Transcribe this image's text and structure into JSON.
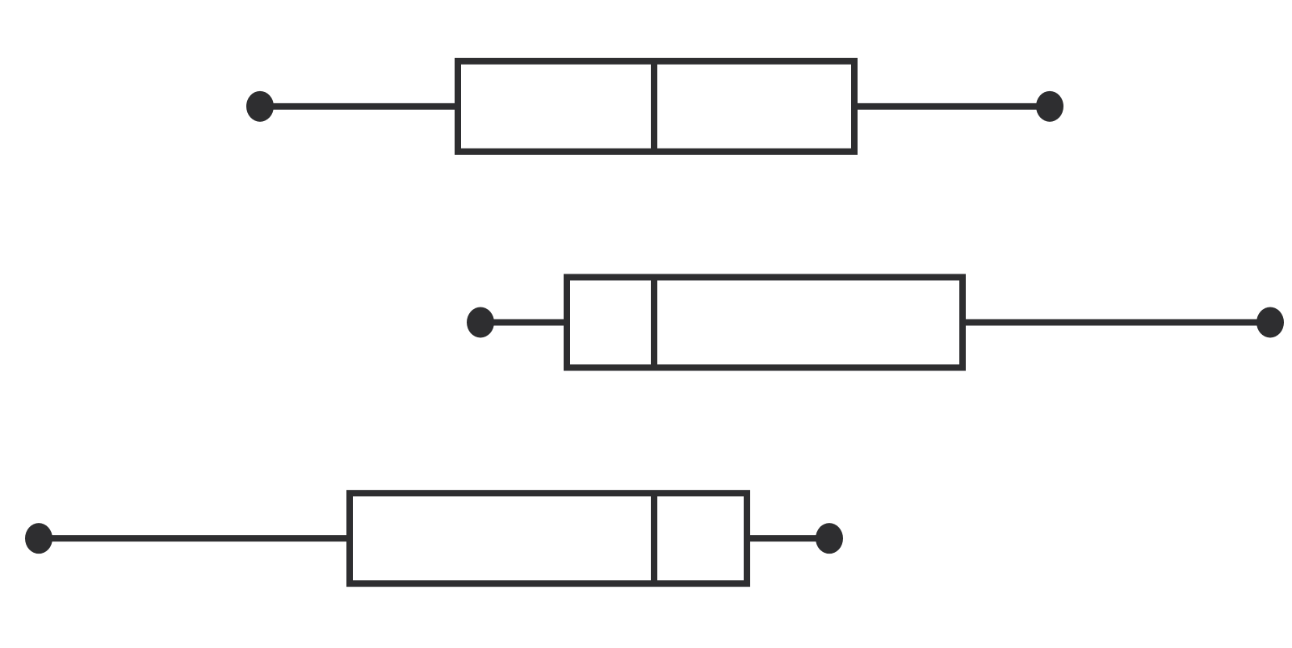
{
  "chart_data": {
    "type": "boxplot",
    "orientation": "horizontal",
    "title": "",
    "xlabel": "",
    "ylabel": "",
    "axes_visible": false,
    "grid": false,
    "xlim": [
      0,
      1600
    ],
    "stroke_color": "#2e2e30",
    "fill_color": "#ffffff",
    "boxes": [
      {
        "min": 322,
        "q1": 567,
        "median": 810,
        "q3": 1058,
        "max": 1300
      },
      {
        "min": 595,
        "q1": 702,
        "median": 810,
        "q3": 1192,
        "max": 1573
      },
      {
        "min": 48,
        "q1": 433,
        "median": 810,
        "q3": 925,
        "max": 1027
      }
    ]
  }
}
